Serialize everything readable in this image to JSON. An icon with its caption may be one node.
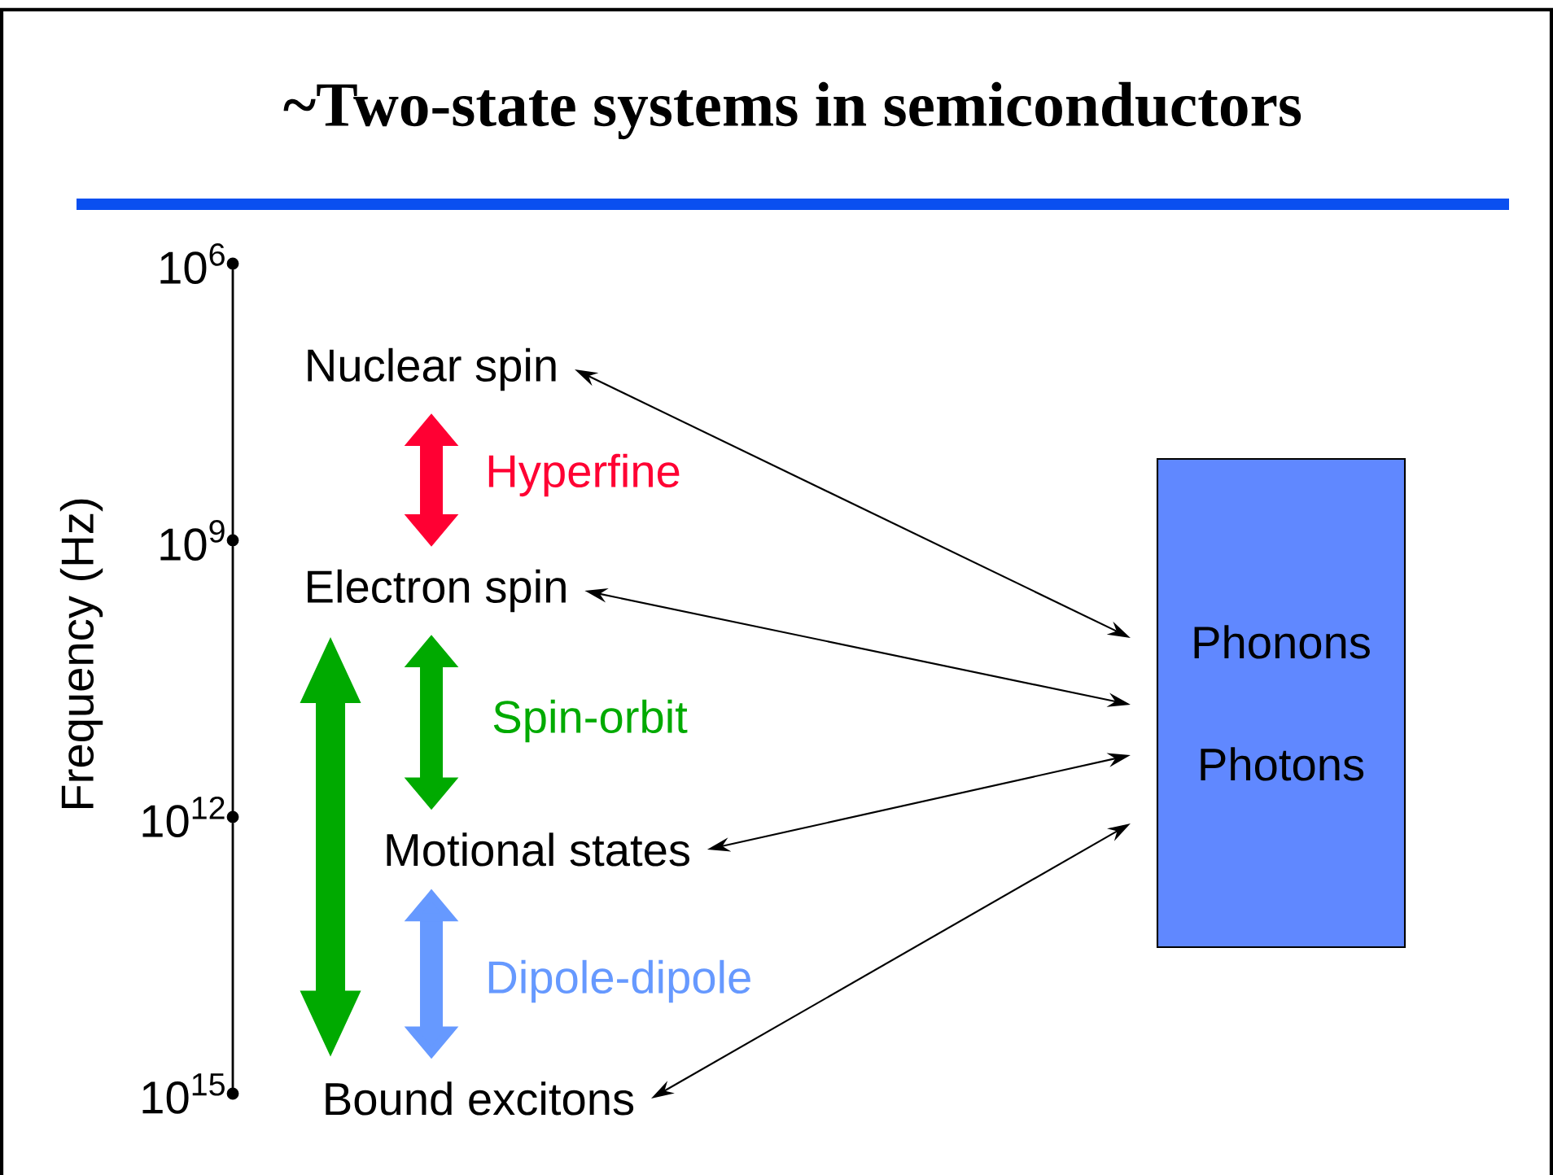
{
  "diagram": {
    "title": "~Two-state systems in semiconductors",
    "nodes": [
      {
        "text": [
          "Nuclear spin"
        ]
      },
      {
        "text": [
          "Electron spin"
        ]
      },
      {
        "text": [
          "Motional states"
        ]
      },
      {
        "text": [
          "Bound excitons"
        ]
      },
      {
        "text": [
          "Phonons",
          "Photons"
        ]
      }
    ],
    "edges": [
      {
        "from": 0,
        "to": 4,
        "arrow": "both"
      },
      {
        "from": 1,
        "to": 4,
        "arrow": "both"
      },
      {
        "from": 2,
        "to": 4,
        "arrow": "both"
      },
      {
        "from": 3,
        "to": 4,
        "arrow": "both"
      },
      {
        "from": 0,
        "to": 1,
        "arrow": "both",
        "label": "Hyperfine",
        "style": "thick",
        "color": "#ff0033"
      },
      {
        "from": 1,
        "to": 2,
        "arrow": "both",
        "label": "Spin-orbit",
        "style": "thick",
        "color": "#00aa00"
      },
      {
        "from": 2,
        "to": 3,
        "arrow": "both",
        "label": "Dipole-dipole",
        "style": "thick",
        "color": "#6699ff"
      },
      {
        "from": 1,
        "to": 3,
        "arrow": "both",
        "style": "thick",
        "color": "#00aa00"
      }
    ],
    "labels": [
      "10$^{6}$",
      "10$^{9}$",
      "10$^{12}$",
      "10$^{15}$",
      "Frequency (Hz)"
    ]
  }
}
